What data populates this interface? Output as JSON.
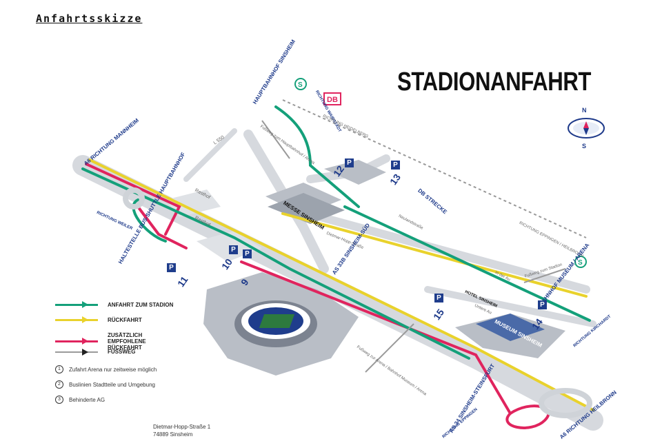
{
  "document": {
    "heading": "Anfahrtsskizze",
    "map_title": "STADIONANFAHRT"
  },
  "compass": {
    "north": "N",
    "south": "S"
  },
  "rail": {
    "db_logo": "DB",
    "db_strecke": "DB STRECKE"
  },
  "labels": {
    "hauptbahnhof": "HAUPTBAHNHOF SINSHEIM",
    "richtung_waibstadt": "RICHTUNG WAIBSTADT",
    "richtung_heidelberg": "RICHTUNG HEIDELBERG",
    "fussweg_hbf": "Fußweg zum Hauptbahnhof / Arena",
    "l550": "L 550",
    "a6_mannheim": "A6 RICHTUNG MANNHEIM",
    "richtung_weiler": "RICHTUNG WEILER",
    "rasthof_1": "Rasthof",
    "rasthof_2": "Rasthof",
    "haltestelle": "HALTESTELLE BUS-SHUTTLE HAUPTBAHNHOF",
    "messe": "MESSE SINSHEIM",
    "dietmar_hopp_str": "Dietmar-Hopp-Straße",
    "neulandstrasse": "Neulandstraße",
    "as_sinsheim_sued": "AS 33B SINSHEIM-SÜD",
    "richtung_eppingen": "RICHTUNG EPPINGEN / HEILBRONN",
    "in_der_au": "In der Au",
    "fussweg_stadion": "Fußweg zum Stadion",
    "bahnhof_museum": "BAHNHOF MUSEUM / ARENA",
    "hotel": "HOTEL SINSHEIM",
    "untere_au": "Untere Au",
    "museum": "MUSEUM SINSHEIM",
    "richtung_kirchardt": "RICHTUNG KIRCHARDT",
    "fussweg_arena": "Fußweg zur Arena / Bahnhof Museum / Arena",
    "as_steinsfurt": "AS 34 SINSHEIM-STEINSFURT",
    "richtung_eppingen_2": "RICHTUNG EPPINGEN",
    "a6_heilbronn": "A6 RICHTUNG HEILBRONN"
  },
  "parking": [
    {
      "num": "9",
      "p": "P"
    },
    {
      "num": "10",
      "p": "P"
    },
    {
      "num": "11",
      "p": "P"
    },
    {
      "num": "12",
      "p": "P"
    },
    {
      "num": "13",
      "p": "P"
    },
    {
      "num": "14",
      "p": "P"
    },
    {
      "num": "15",
      "p": "P"
    }
  ],
  "legend": [
    {
      "label": "ANFAHRT ZUM STADION",
      "color": "#14a07a"
    },
    {
      "label": "RÜCKFAHRT",
      "color": "#e9d22c"
    },
    {
      "label": "ZUSÄTZLICH EMPFOHLENE RÜCKFAHRT",
      "color": "#e0245e"
    },
    {
      "label": "FUSSWEG",
      "color": "#9a9a9a"
    }
  ],
  "notes": [
    {
      "num": "1",
      "text": "Zufahrt Arena nur zeitweise möglich"
    },
    {
      "num": "2",
      "text": "Buslinien Stadtteile und Umgebung"
    },
    {
      "num": "3",
      "text": "Behinderte AG"
    }
  ],
  "address": {
    "line1": "Dietmar-Hopp-Straße 1",
    "line2": "74889 Sinsheim"
  },
  "colors": {
    "green": "#14a07a",
    "yellow": "#e9d22c",
    "red": "#e0245e",
    "road": "#cfd3d8",
    "navy": "#1e3a8a",
    "block": "#b9bec6"
  }
}
